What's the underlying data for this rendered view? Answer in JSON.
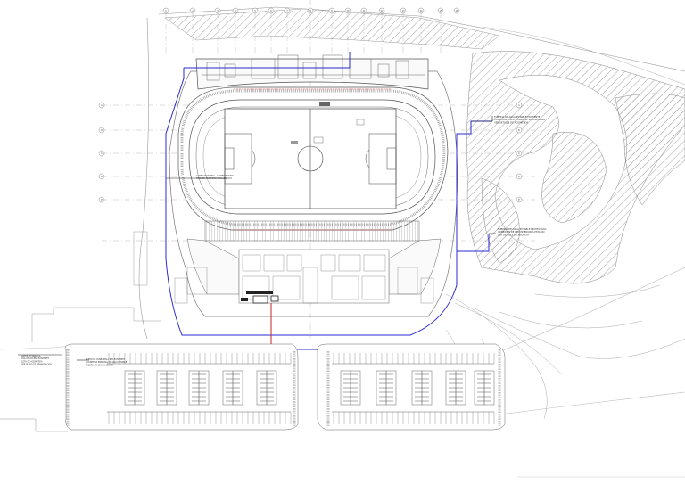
{
  "drawing": {
    "grid_labels_top": [
      "1",
      "2",
      "3",
      "4",
      "5",
      "6",
      "7",
      "8",
      "9",
      "10",
      "11",
      "12",
      "13",
      "14",
      "15",
      "16"
    ],
    "grid_labels_left": [
      "A",
      "B",
      "C",
      "D",
      "E"
    ],
    "grid_labels_right": [
      "A",
      "B",
      "C",
      "D",
      "E"
    ],
    "callouts": [
      {
        "id": "east-top",
        "lines": [
          "TUBERIA DE AGUA POTABLE EXISTENTE",
          "CONEXION A RED MUNICIPAL SEGUN PLANO",
          "VER DETALLE DE ACOMETIDA"
        ]
      },
      {
        "id": "east-bottom",
        "lines": [
          "TUBERIA DE AGUA POTABLE PROYECTADA",
          "CONEXION DE RED INTERIOR A ESTADIO",
          "VER DETALLE DE ARQUETA"
        ]
      },
      {
        "id": "west-parking",
        "lines": [
          "PUNTO DE CONEXION A RED EXISTENTE",
          "ACOMETIDA PRINCIPAL DE AGUA POTABLE",
          "TUBERIA PE-100 DN 160 MM"
        ]
      },
      {
        "id": "west-edge",
        "lines": [
          "LIMITE DE PARCELA",
          "VIAL DE ACCESO EXISTENTE",
          "COTA DE ACOMETIDA",
          "VER PLANO DE URBANIZACION"
        ]
      },
      {
        "id": "field-note",
        "lines": [
          "CAMPO DE FUTBOL - CESPED NATURAL",
          "PISTA DE ATLETISMO 8 CALLES"
        ]
      }
    ],
    "colors": {
      "line": "#555555",
      "water_main": "#2a2ad0",
      "red_pipe": "#d02020",
      "hatch": "#999999",
      "light": "#bdbdbd"
    }
  }
}
